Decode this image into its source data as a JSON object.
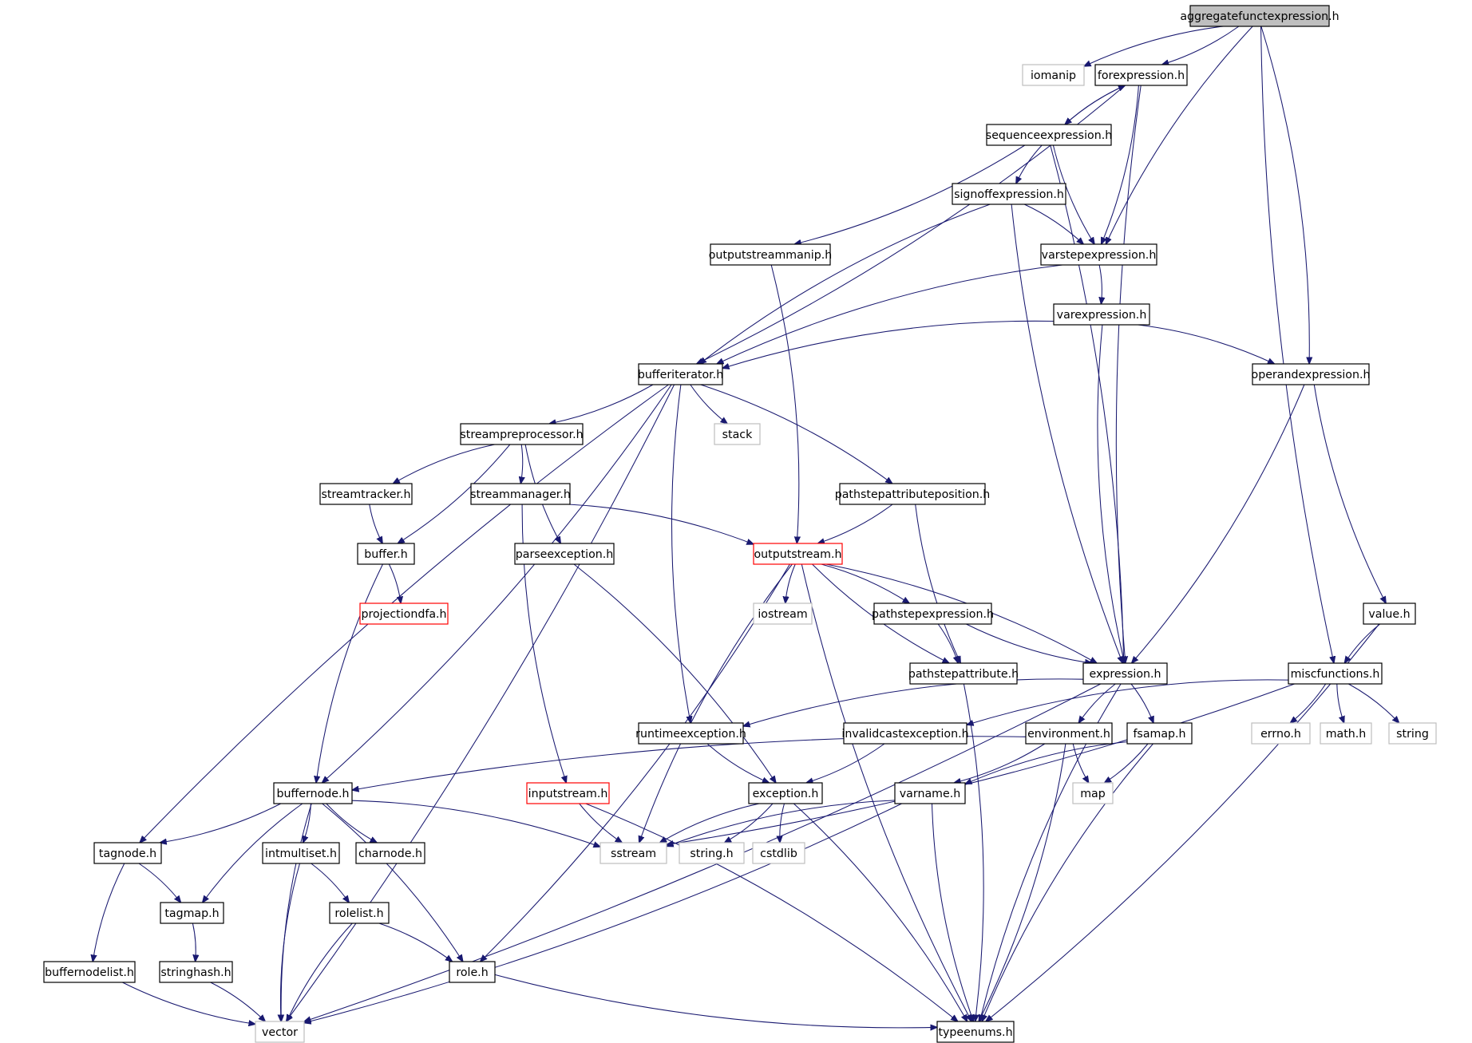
{
  "colors": {
    "edge": "#191970",
    "internal_border": "#000000",
    "external_border": "#bfbfbf",
    "incomplete_border": "#ff0000",
    "root_fill": "#bfbfbf",
    "node_fill": "#ffffff"
  },
  "nodes": [
    {
      "id": "aggregatefunctexpression",
      "label": "aggregatefunctexpression.h",
      "kind": "root"
    },
    {
      "id": "iomanip",
      "label": "iomanip",
      "kind": "external"
    },
    {
      "id": "forexpression",
      "label": "forexpression.h",
      "kind": "internal"
    },
    {
      "id": "sequenceexpression",
      "label": "sequenceexpression.h",
      "kind": "internal"
    },
    {
      "id": "signoffexpression",
      "label": "signoffexpression.h",
      "kind": "internal"
    },
    {
      "id": "outputstreammanip",
      "label": "outputstreammanip.h",
      "kind": "internal"
    },
    {
      "id": "varstepexpression",
      "label": "varstepexpression.h",
      "kind": "internal"
    },
    {
      "id": "varexpression",
      "label": "varexpression.h",
      "kind": "internal"
    },
    {
      "id": "bufferiterator",
      "label": "bufferiterator.h",
      "kind": "internal"
    },
    {
      "id": "operandexpression",
      "label": "operandexpression.h",
      "kind": "internal"
    },
    {
      "id": "streampreprocessor",
      "label": "streampreprocessor.h",
      "kind": "internal"
    },
    {
      "id": "stack",
      "label": "stack",
      "kind": "external"
    },
    {
      "id": "streamtracker",
      "label": "streamtracker.h",
      "kind": "internal"
    },
    {
      "id": "streammanager",
      "label": "streammanager.h",
      "kind": "internal"
    },
    {
      "id": "pathstepattributeposition",
      "label": "pathstepattributeposition.h",
      "kind": "internal"
    },
    {
      "id": "buffer",
      "label": "buffer.h",
      "kind": "internal"
    },
    {
      "id": "parseexception",
      "label": "parseexception.h",
      "kind": "internal"
    },
    {
      "id": "outputstream",
      "label": "outputstream.h",
      "kind": "incomplete"
    },
    {
      "id": "projectiondfa",
      "label": "projectiondfa.h",
      "kind": "incomplete"
    },
    {
      "id": "iostream",
      "label": "iostream",
      "kind": "external"
    },
    {
      "id": "pathstepexpression",
      "label": "pathstepexpression.h",
      "kind": "internal"
    },
    {
      "id": "value",
      "label": "value.h",
      "kind": "internal"
    },
    {
      "id": "pathstepattribute",
      "label": "pathstepattribute.h",
      "kind": "internal"
    },
    {
      "id": "expression",
      "label": "expression.h",
      "kind": "internal"
    },
    {
      "id": "miscfunctions",
      "label": "miscfunctions.h",
      "kind": "internal"
    },
    {
      "id": "runtimeexception",
      "label": "runtimeexception.h",
      "kind": "internal"
    },
    {
      "id": "invalidcastexception",
      "label": "invalidcastexception.h",
      "kind": "internal"
    },
    {
      "id": "environment",
      "label": "environment.h",
      "kind": "internal"
    },
    {
      "id": "fsamap",
      "label": "fsamap.h",
      "kind": "internal"
    },
    {
      "id": "errno",
      "label": "errno.h",
      "kind": "external"
    },
    {
      "id": "math",
      "label": "math.h",
      "kind": "external"
    },
    {
      "id": "string",
      "label": "string",
      "kind": "external"
    },
    {
      "id": "buffernode",
      "label": "buffernode.h",
      "kind": "internal"
    },
    {
      "id": "inputstream",
      "label": "inputstream.h",
      "kind": "incomplete"
    },
    {
      "id": "exception",
      "label": "exception.h",
      "kind": "internal"
    },
    {
      "id": "varname",
      "label": "varname.h",
      "kind": "internal"
    },
    {
      "id": "map",
      "label": "map",
      "kind": "external"
    },
    {
      "id": "tagnode",
      "label": "tagnode.h",
      "kind": "internal"
    },
    {
      "id": "intmultiset",
      "label": "intmultiset.h",
      "kind": "internal"
    },
    {
      "id": "charnode",
      "label": "charnode.h",
      "kind": "internal"
    },
    {
      "id": "sstream",
      "label": "sstream",
      "kind": "external"
    },
    {
      "id": "stringh",
      "label": "string.h",
      "kind": "external"
    },
    {
      "id": "cstdlib",
      "label": "cstdlib",
      "kind": "external"
    },
    {
      "id": "tagmap",
      "label": "tagmap.h",
      "kind": "internal"
    },
    {
      "id": "rolelist",
      "label": "rolelist.h",
      "kind": "internal"
    },
    {
      "id": "buffernodelist",
      "label": "buffernodelist.h",
      "kind": "internal"
    },
    {
      "id": "stringhash",
      "label": "stringhash.h",
      "kind": "internal"
    },
    {
      "id": "role",
      "label": "role.h",
      "kind": "internal"
    },
    {
      "id": "vector",
      "label": "vector",
      "kind": "external"
    },
    {
      "id": "typeenums",
      "label": "typeenums.h",
      "kind": "internal"
    }
  ],
  "edges": [
    [
      "aggregatefunctexpression",
      "iomanip"
    ],
    [
      "aggregatefunctexpression",
      "forexpression"
    ],
    [
      "aggregatefunctexpression",
      "varstepexpression"
    ],
    [
      "aggregatefunctexpression",
      "operandexpression"
    ],
    [
      "aggregatefunctexpression",
      "miscfunctions"
    ],
    [
      "forexpression",
      "bufferiterator"
    ],
    [
      "forexpression",
      "sequenceexpression"
    ],
    [
      "forexpression",
      "varstepexpression"
    ],
    [
      "forexpression",
      "expression"
    ],
    [
      "sequenceexpression",
      "forexpression"
    ],
    [
      "sequenceexpression",
      "signoffexpression"
    ],
    [
      "sequenceexpression",
      "outputstreammanip"
    ],
    [
      "sequenceexpression",
      "varstepexpression"
    ],
    [
      "sequenceexpression",
      "expression"
    ],
    [
      "signoffexpression",
      "bufferiterator"
    ],
    [
      "signoffexpression",
      "varstepexpression"
    ],
    [
      "signoffexpression",
      "expression"
    ],
    [
      "outputstreammanip",
      "outputstream"
    ],
    [
      "varstepexpression",
      "bufferiterator"
    ],
    [
      "varstepexpression",
      "varexpression"
    ],
    [
      "varexpression",
      "bufferiterator"
    ],
    [
      "varexpression",
      "operandexpression"
    ],
    [
      "varexpression",
      "expression"
    ],
    [
      "operandexpression",
      "expression"
    ],
    [
      "operandexpression",
      "value"
    ],
    [
      "bufferiterator",
      "streampreprocessor"
    ],
    [
      "bufferiterator",
      "stack"
    ],
    [
      "bufferiterator",
      "pathstepattributeposition"
    ],
    [
      "bufferiterator",
      "runtimeexception"
    ],
    [
      "bufferiterator",
      "buffernode"
    ],
    [
      "bufferiterator",
      "tagnode"
    ],
    [
      "bufferiterator",
      "vector"
    ],
    [
      "streampreprocessor",
      "streamtracker"
    ],
    [
      "streampreprocessor",
      "streammanager"
    ],
    [
      "streampreprocessor",
      "parseexception"
    ],
    [
      "streampreprocessor",
      "buffer"
    ],
    [
      "streamtracker",
      "buffer"
    ],
    [
      "streammanager",
      "outputstream"
    ],
    [
      "streammanager",
      "inputstream"
    ],
    [
      "pathstepattributeposition",
      "outputstream"
    ],
    [
      "pathstepattributeposition",
      "pathstepattribute"
    ],
    [
      "buffer",
      "projectiondfa"
    ],
    [
      "buffer",
      "buffernode"
    ],
    [
      "parseexception",
      "exception"
    ],
    [
      "outputstream",
      "iostream"
    ],
    [
      "outputstream",
      "pathstepexpression"
    ],
    [
      "outputstream",
      "pathstepattribute"
    ],
    [
      "outputstream",
      "expression"
    ],
    [
      "outputstream",
      "sstream"
    ],
    [
      "outputstream",
      "role"
    ],
    [
      "outputstream",
      "typeenums"
    ],
    [
      "pathstepexpression",
      "pathstepattribute"
    ],
    [
      "pathstepexpression",
      "expression"
    ],
    [
      "pathstepattribute",
      "typeenums"
    ],
    [
      "value",
      "miscfunctions"
    ],
    [
      "value",
      "typeenums"
    ],
    [
      "expression",
      "environment"
    ],
    [
      "expression",
      "fsamap"
    ],
    [
      "expression",
      "runtimeexception"
    ],
    [
      "expression",
      "vector"
    ],
    [
      "expression",
      "typeenums"
    ],
    [
      "miscfunctions",
      "errno"
    ],
    [
      "miscfunctions",
      "math"
    ],
    [
      "miscfunctions",
      "string"
    ],
    [
      "miscfunctions",
      "invalidcastexception"
    ],
    [
      "miscfunctions",
      "sstream"
    ],
    [
      "runtimeexception",
      "exception"
    ],
    [
      "invalidcastexception",
      "exception"
    ],
    [
      "environment",
      "buffernode"
    ],
    [
      "environment",
      "varname"
    ],
    [
      "environment",
      "map"
    ],
    [
      "environment",
      "typeenums"
    ],
    [
      "fsamap",
      "varname"
    ],
    [
      "fsamap",
      "map"
    ],
    [
      "fsamap",
      "typeenums"
    ],
    [
      "buffernode",
      "tagnode"
    ],
    [
      "buffernode",
      "tagmap"
    ],
    [
      "buffernode",
      "intmultiset"
    ],
    [
      "buffernode",
      "charnode"
    ],
    [
      "buffernode",
      "role"
    ],
    [
      "buffernode",
      "vector"
    ],
    [
      "buffernode",
      "sstream"
    ],
    [
      "inputstream",
      "sstream"
    ],
    [
      "inputstream",
      "typeenums"
    ],
    [
      "exception",
      "sstream"
    ],
    [
      "exception",
      "stringh"
    ],
    [
      "exception",
      "cstdlib"
    ],
    [
      "exception",
      "typeenums"
    ],
    [
      "varname",
      "sstream"
    ],
    [
      "varname",
      "vector"
    ],
    [
      "varname",
      "typeenums"
    ],
    [
      "tagnode",
      "tagmap"
    ],
    [
      "tagnode",
      "buffernodelist"
    ],
    [
      "intmultiset",
      "rolelist"
    ],
    [
      "intmultiset",
      "vector"
    ],
    [
      "rolelist",
      "role"
    ],
    [
      "rolelist",
      "vector"
    ],
    [
      "tagmap",
      "stringhash"
    ],
    [
      "buffernodelist",
      "vector"
    ],
    [
      "stringhash",
      "vector"
    ],
    [
      "role",
      "typeenums"
    ]
  ]
}
